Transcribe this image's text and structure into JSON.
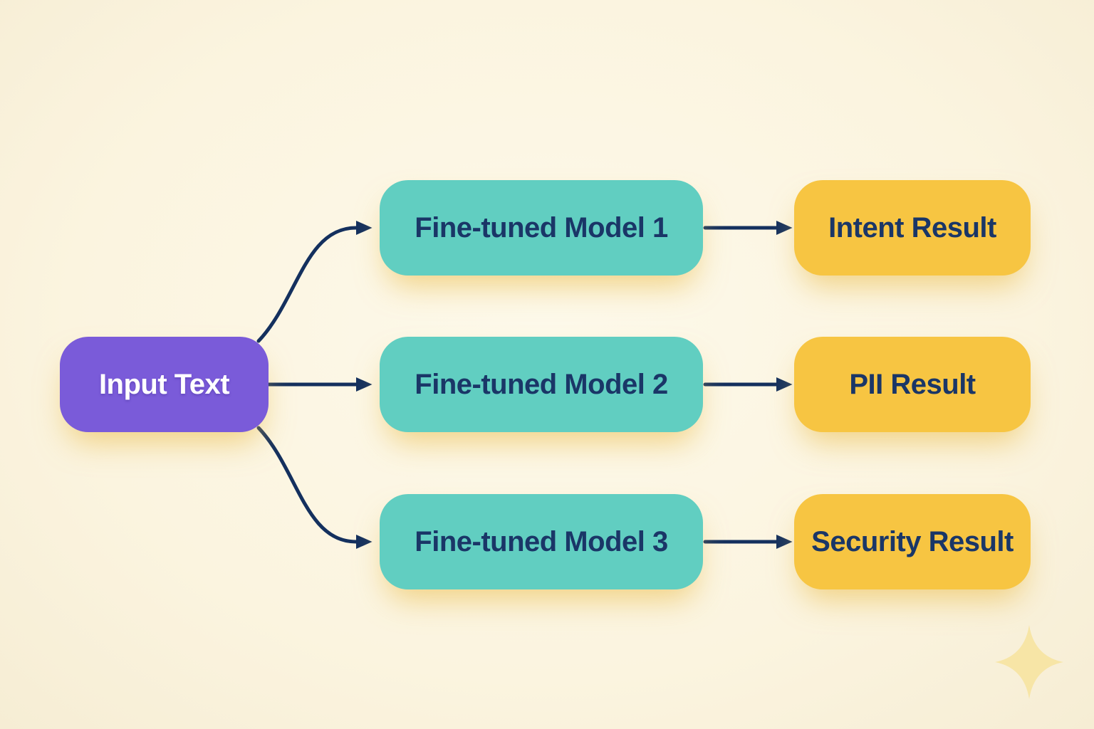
{
  "diagram": {
    "input": {
      "label": "Input Text"
    },
    "models": [
      {
        "label": "Fine-tuned Model 1"
      },
      {
        "label": "Fine-tuned Model 2"
      },
      {
        "label": "Fine-tuned Model 3"
      }
    ],
    "results": [
      {
        "label": "Intent Result"
      },
      {
        "label": "PII Result"
      },
      {
        "label": "Security Result"
      }
    ],
    "connections": [
      {
        "from": "Input Text",
        "to": "Fine-tuned Model 1"
      },
      {
        "from": "Input Text",
        "to": "Fine-tuned Model 2"
      },
      {
        "from": "Input Text",
        "to": "Fine-tuned Model 3"
      },
      {
        "from": "Fine-tuned Model 1",
        "to": "Intent Result"
      },
      {
        "from": "Fine-tuned Model 2",
        "to": "PII Result"
      },
      {
        "from": "Fine-tuned Model 3",
        "to": "Security Result"
      }
    ],
    "colors": {
      "background": "#FBF4DF",
      "input_box": "#7A5BD9",
      "model_box": "#61CEC1",
      "result_box": "#F7C542",
      "arrow": "#14305E",
      "input_text": "#FFFFFF",
      "box_text": "#1A3667",
      "sparkle": "#F7E5A6"
    }
  }
}
